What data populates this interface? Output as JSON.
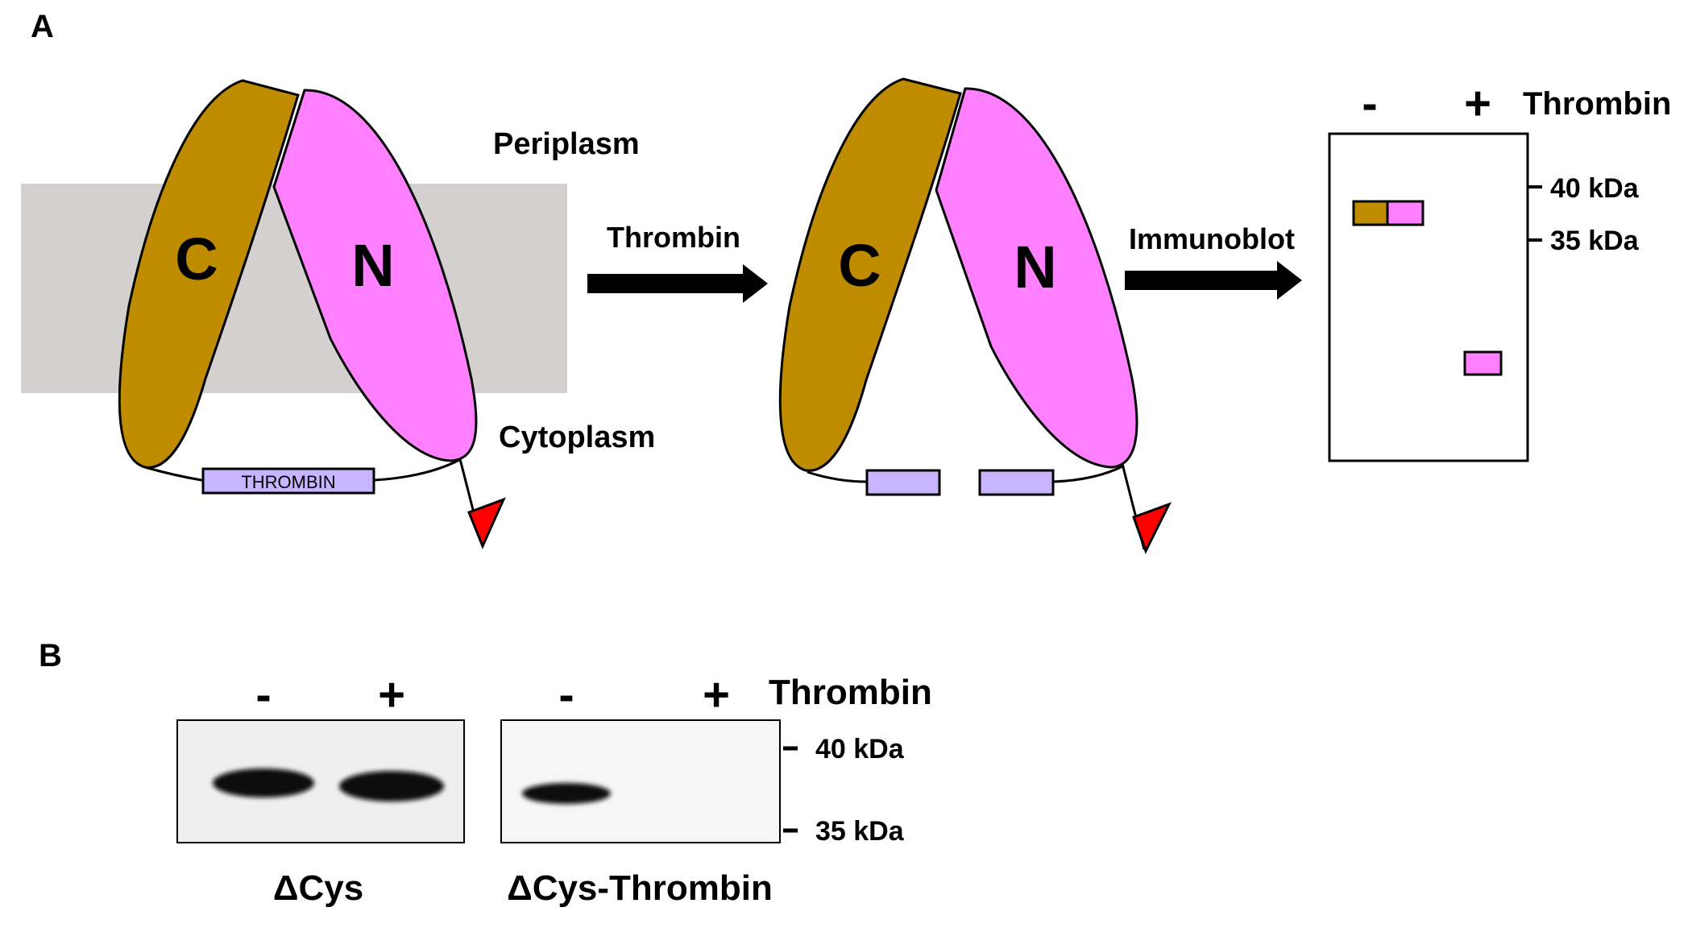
{
  "colors": {
    "c_domain": "#BF8C00",
    "n_domain": "#FF80FF",
    "linker": "#C8B4FF",
    "tag": "#FF0000",
    "membrane": "#D4D0D0"
  },
  "panel_a": {
    "label": "A",
    "periplasm": "Periplasm",
    "cytoplasm": "Cytoplasm",
    "c_label": "C",
    "n_label": "N",
    "thrombin_site": "THROMBIN",
    "arrow1_label": "Thrombin",
    "arrow2_label": "Immunoblot",
    "blot": {
      "minus": "-",
      "plus": "+",
      "treatment": "Thrombin",
      "marker_40": "40 kDa",
      "marker_35": "35 kDa"
    }
  },
  "panel_b": {
    "label": "B",
    "lane_minus_1": "-",
    "lane_plus_1": "+",
    "lane_minus_2": "-",
    "lane_plus_2": "+",
    "treatment": "Thrombin",
    "marker_40": "40 kDa",
    "marker_35": "35 kDa",
    "blot1_name": "ΔCys",
    "blot2_name": "ΔCys-Thrombin"
  }
}
